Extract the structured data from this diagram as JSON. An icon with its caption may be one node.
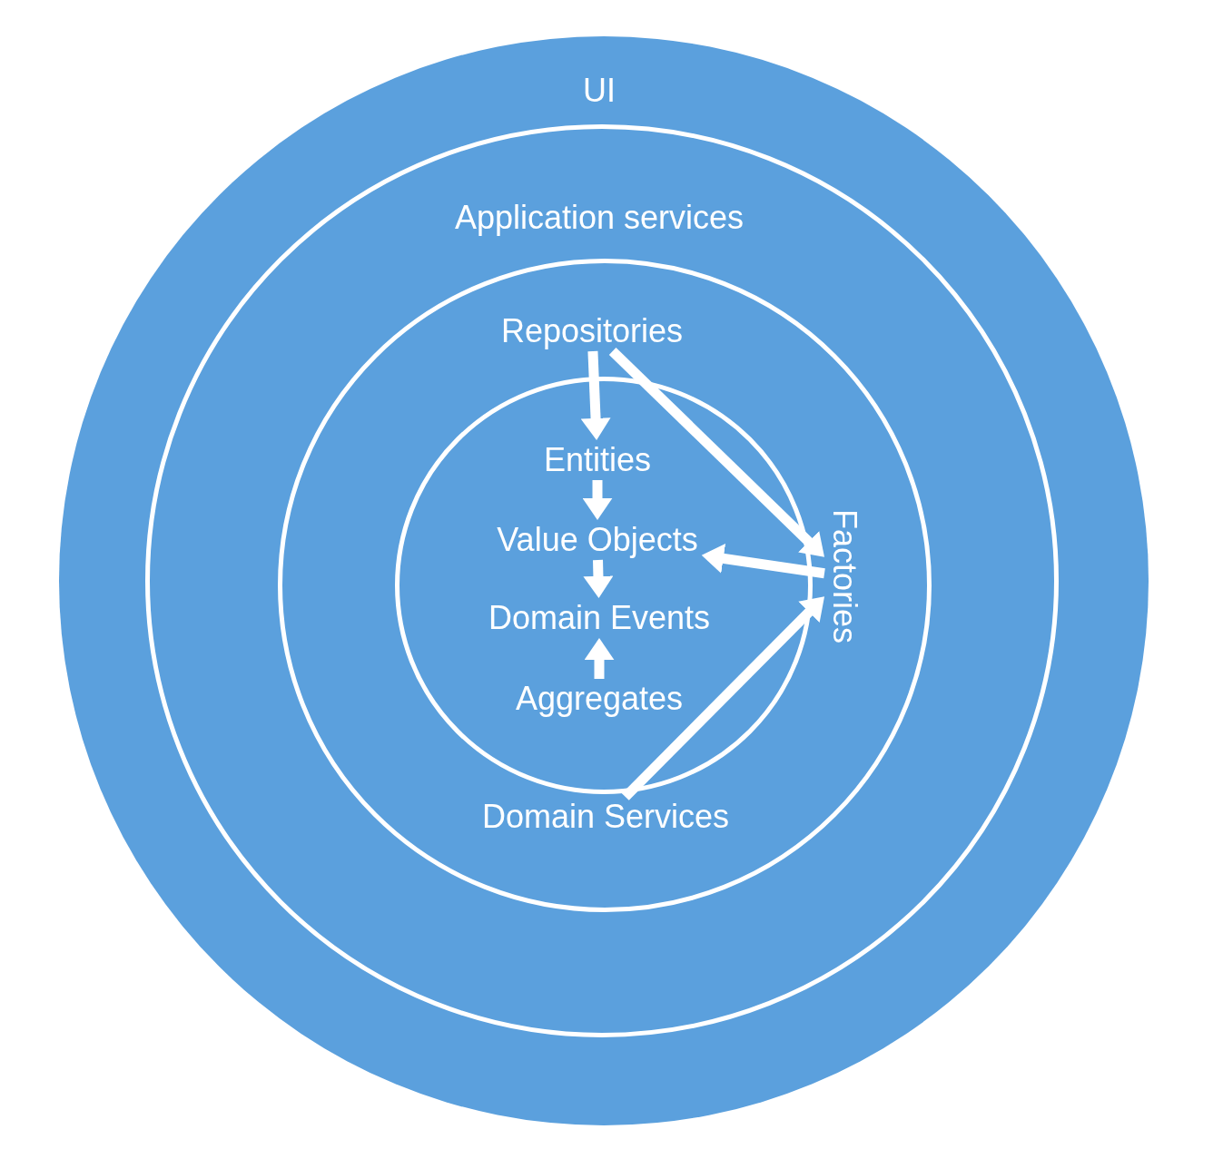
{
  "diagram": {
    "nodes": [
      {
        "text": [
          "UI"
        ]
      },
      {
        "text": [
          "Application services"
        ],
        "in": 0
      },
      {
        "text": [],
        "shape": "circle",
        "in": 1
      },
      {
        "text": [
          "Repositories"
        ],
        "in": 2
      },
      {
        "text": [],
        "shape": "circle",
        "in": 2
      },
      {
        "text": [
          "Entities"
        ],
        "in": 4
      },
      {
        "text": [
          "Value Objects"
        ],
        "in": 4
      },
      {
        "text": [
          "Domain Events"
        ],
        "in": 4
      },
      {
        "text": [
          "Aggregates"
        ],
        "in": 4
      },
      {
        "text": [
          "Factories"
        ],
        "in": 2
      },
      {
        "text": [
          "Domain Services"
        ],
        "in": 2
      }
    ],
    "edges": [
      {
        "from": 3,
        "to": 5,
        "arrow": "to"
      },
      {
        "from": 3,
        "to": 9,
        "arrow": "to"
      },
      {
        "from": 9,
        "to": 6,
        "arrow": "to"
      },
      {
        "from": 5,
        "to": 6,
        "arrow": "to"
      },
      {
        "from": 6,
        "to": 7,
        "arrow": "to"
      },
      {
        "from": 8,
        "to": 7,
        "arrow": "to"
      },
      {
        "from": 10,
        "to": 9,
        "arrow": "to"
      }
    ]
  }
}
